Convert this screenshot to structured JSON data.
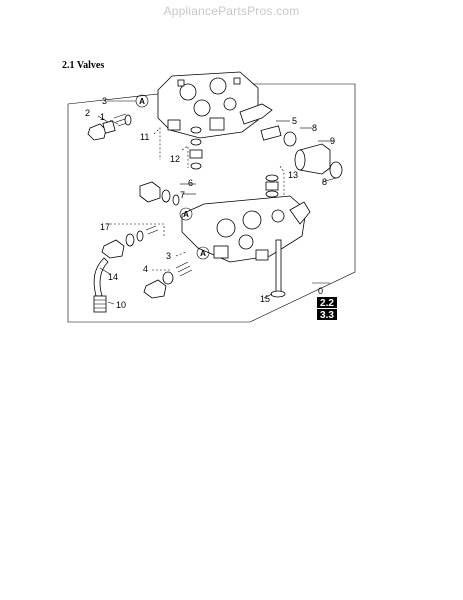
{
  "watermark": "AppliancePartsPros.com",
  "section_title": "2.1 Valves",
  "callouts": {
    "c1": "1",
    "c2": "2",
    "c3a": "3",
    "c5": "5",
    "c8a": "8",
    "c9": "9",
    "c8b": "8",
    "c11": "11",
    "c12": "12",
    "c6": "6",
    "c7": "7",
    "c13": "13",
    "c17": "17",
    "c3b": "3",
    "c4": "4",
    "c14": "14",
    "c10": "10",
    "c15": "15",
    "c0": "0"
  },
  "connector_a": [
    "A",
    "A",
    "A"
  ],
  "badges": [
    "2.2",
    "3.3"
  ]
}
